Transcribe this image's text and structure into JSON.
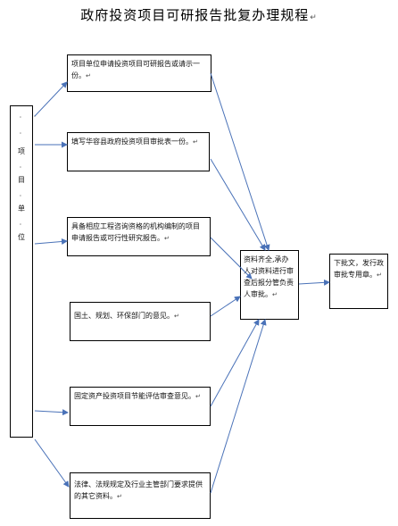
{
  "title": "政府投资项目可研报告批复办理规程",
  "unit": {
    "chars": [
      "项",
      "目",
      "单",
      "位"
    ]
  },
  "steps": [
    {
      "text": "项目单位申请投资项目可研报告或请示一份。"
    },
    {
      "text": "填写华容县政府投资项目审批表一份。"
    },
    {
      "text": "具备相应工程咨询资格的机构编制的项目申请报告或可行性研究报告。"
    },
    {
      "text": "国土、规划、环保部门的意见。"
    },
    {
      "text": "固定资产投资项目节能评估审查意见。"
    },
    {
      "text": "法律、法规规定及行业主管部门要求提供的其它资料。"
    }
  ],
  "review": {
    "text": "资料齐全,承办人对资料进行审查后报分管负责人审批。"
  },
  "approve": {
    "text": "下批文，发行政审批专用章。"
  },
  "colors": {
    "arrow": "#4a72b8",
    "border": "#000000"
  }
}
